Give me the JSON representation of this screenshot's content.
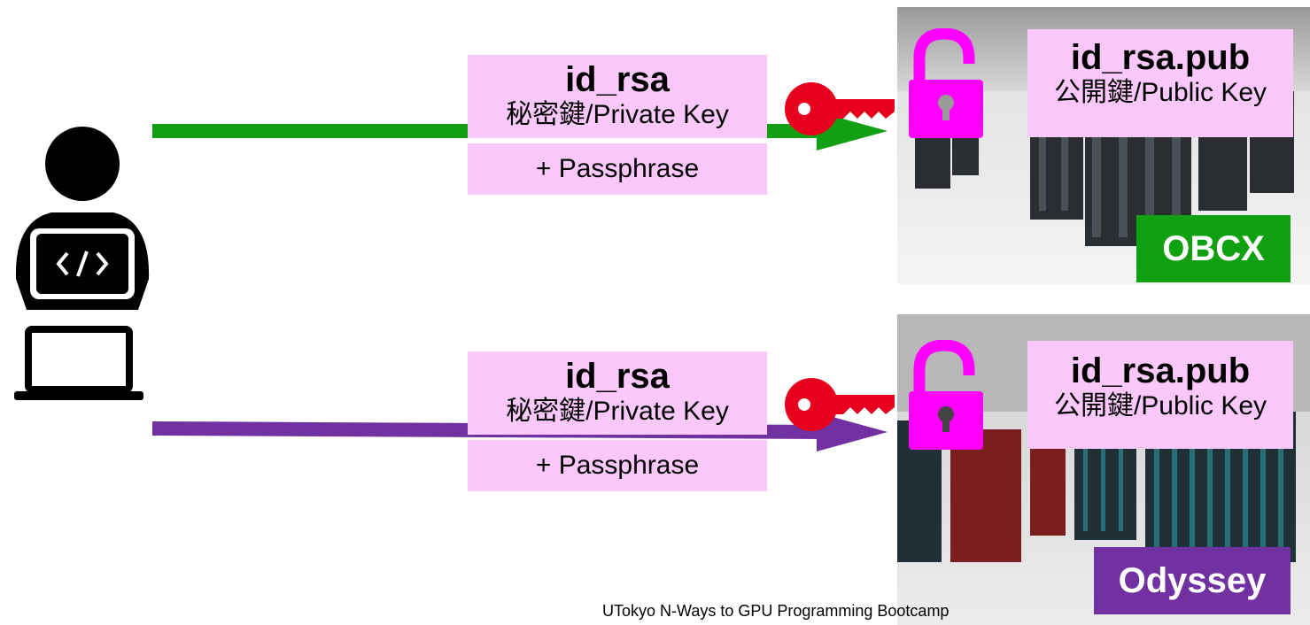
{
  "colors": {
    "pink_box": "#fbc8fb",
    "green": "#11a011",
    "purple": "#7231a0",
    "key_red": "#e8001f",
    "lock_magenta": "#ff00ff"
  },
  "icons": {
    "user": "user-with-laptop-icon",
    "laptop": "laptop-icon",
    "key": "key-icon",
    "lock": "unlocked-padlock-icon"
  },
  "rows": [
    {
      "private_key": {
        "title": "id_rsa",
        "subtitle": "秘密鍵/Private Key",
        "passphrase": "+ Passphrase"
      },
      "public_key": {
        "title": "id_rsa.pub",
        "subtitle": "公開鍵/Public Key"
      },
      "server_label": "OBCX"
    },
    {
      "private_key": {
        "title": "id_rsa",
        "subtitle": "秘密鍵/Private Key",
        "passphrase": "+ Passphrase"
      },
      "public_key": {
        "title": "id_rsa.pub",
        "subtitle": "公開鍵/Public Key"
      },
      "server_label": "Odyssey"
    }
  ],
  "footer": "UTokyo N-Ways to GPU Programming Bootcamp"
}
